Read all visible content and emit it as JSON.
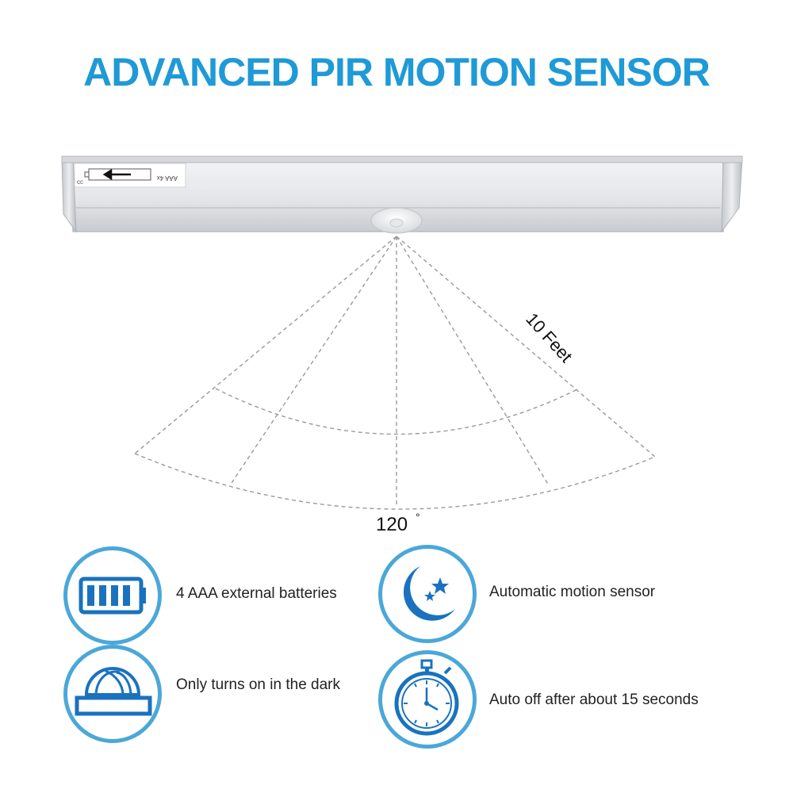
{
  "page": {
    "title": "ADVANCED PIR MOTION SENSOR",
    "accent_color": "#1f9ad6",
    "icon_ring_color": "#4aa8d8",
    "icon_fill_color": "#1a72bf"
  },
  "diagram": {
    "range_label": "10 Feet",
    "angle_label": "120",
    "degree_symbol": "°",
    "device_marking": "AAA 4x"
  },
  "features": [
    {
      "label": "4 AAA external batteries",
      "icon": "battery-icon"
    },
    {
      "label": "Automatic motion sensor",
      "icon": "moon-stars-icon"
    },
    {
      "label": "Only turns on in the dark",
      "icon": "dome-light-icon"
    },
    {
      "label": "Auto off after about 15 seconds",
      "icon": "stopwatch-icon"
    }
  ]
}
